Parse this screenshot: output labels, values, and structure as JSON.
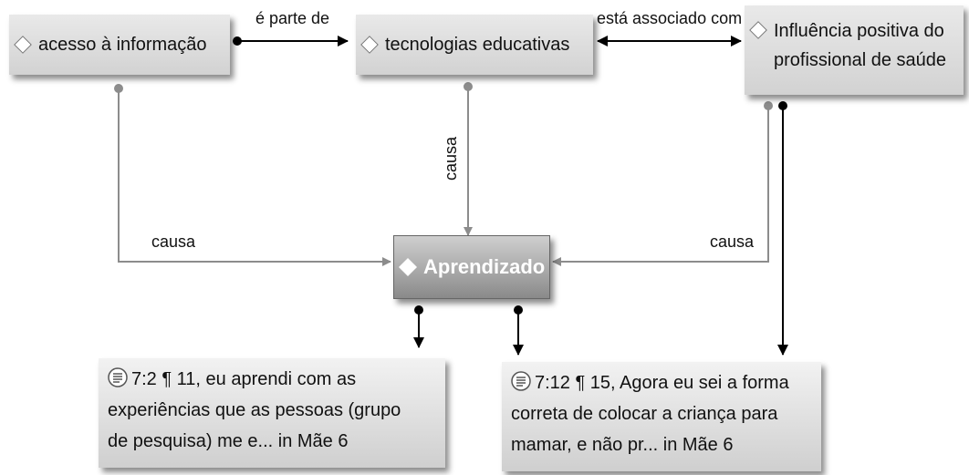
{
  "nodes": {
    "acesso": "acesso à informação",
    "tecnologias": "tecnologias educativas",
    "influencia_line1": "Influência positiva do",
    "influencia_line2": "profissional de saúde",
    "aprendizado": "Aprendizado"
  },
  "quotes": {
    "q1_line1": "7:2 ¶ 11, eu aprendi com as",
    "q1_line2": "experiências que as pessoas (grupo",
    "q1_line3": "de pesquisa) me e... in Mãe 6",
    "q2_line1": "7:12 ¶ 15, Agora eu sei a forma",
    "q2_line2": "correta de colocar a criança para",
    "q2_line3": "mamar, e não pr... in Mãe 6"
  },
  "edges": {
    "e_parte": "é parte de",
    "e_associado": "está associado com",
    "e_causa_left": "causa",
    "e_causa_mid": "causa",
    "e_causa_right": "causa"
  },
  "colors": {
    "edge_gray": "#8c8c8c",
    "edge_black": "#000000"
  },
  "icons": {
    "node": "diamond-icon",
    "quote": "quotation-document-icon"
  }
}
